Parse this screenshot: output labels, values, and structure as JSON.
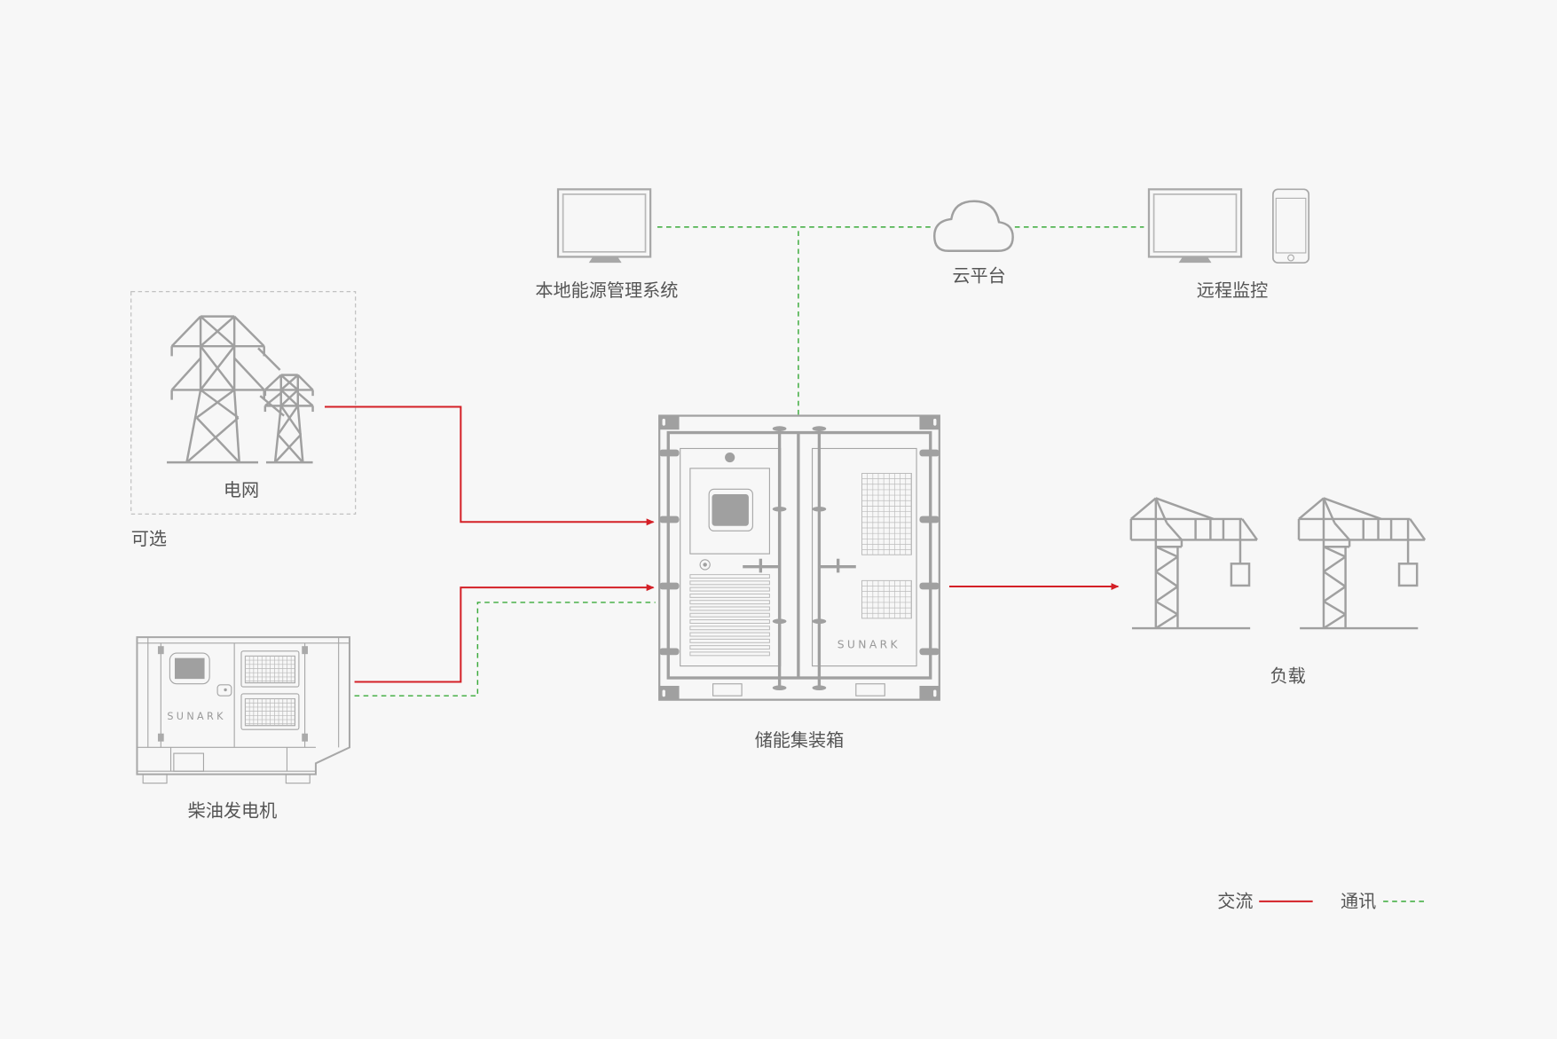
{
  "nodes": {
    "local_ems": {
      "label": "本地能源管理系统",
      "icon": "monitor-icon"
    },
    "cloud": {
      "label": "云平台",
      "icon": "cloud-icon"
    },
    "remote": {
      "label": "远程监控",
      "icons": [
        "monitor-icon",
        "smartphone-icon"
      ]
    },
    "grid": {
      "label": "电网",
      "icon": "power-tower-icon",
      "optional_label": "可选"
    },
    "generator": {
      "label": "柴油发电机",
      "icon": "diesel-generator-icon",
      "brand": "SUNARK"
    },
    "container": {
      "label": "储能集装箱",
      "icon": "energy-storage-container-icon",
      "brand": "SUNARK"
    },
    "load": {
      "label": "负载",
      "icon": "tower-crane-icon"
    }
  },
  "legend": {
    "ac_label": "交流",
    "ac_color": "#d42027",
    "comm_label": "通讯",
    "comm_color": "#3aaa3a"
  },
  "connections": [
    {
      "from": "grid",
      "to": "container",
      "type": "ac"
    },
    {
      "from": "generator",
      "to": "container",
      "type": "ac"
    },
    {
      "from": "generator",
      "to": "container",
      "type": "comm"
    },
    {
      "from": "container",
      "to": "load",
      "type": "ac"
    },
    {
      "from": "container",
      "to": "local_ems",
      "type": "comm"
    },
    {
      "from": "local_ems",
      "to": "cloud",
      "type": "comm"
    },
    {
      "from": "cloud",
      "to": "remote",
      "type": "comm"
    }
  ]
}
